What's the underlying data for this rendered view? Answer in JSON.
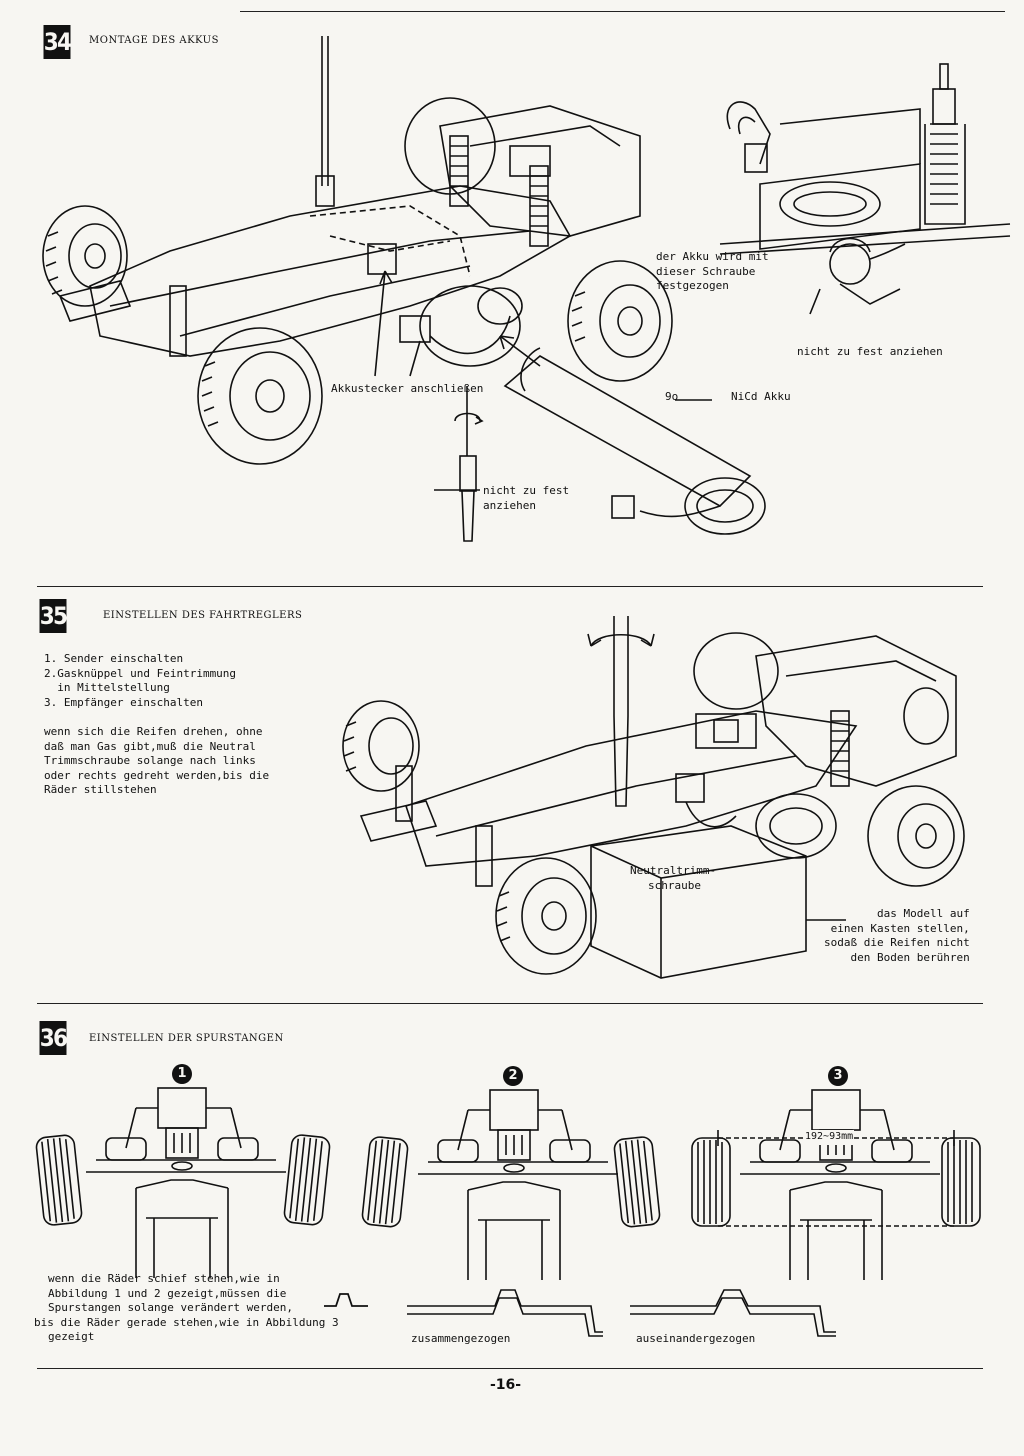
{
  "section34": {
    "number": "34",
    "heading": "MONTAGE DES AKKUS",
    "label_screw": [
      "der Akku wird mit",
      "dieser Schraube",
      "festgezogen"
    ],
    "label_not_too_tight_right": "nicht zu fest anziehen",
    "label_plug": "Akkustecker anschließen",
    "label_code": "9o",
    "label_battery": "NiCd Akku",
    "label_not_too_tight": [
      "nicht zu fest",
      "anziehen"
    ]
  },
  "section35": {
    "number": "35",
    "heading": "EINSTELLEN DES FAHRTREGLERS",
    "steps": [
      "1. Sender einschalten",
      "2.Gasknüppel und Feintrimmung",
      "  in Mittelstellung",
      "3. Empfänger einschalten"
    ],
    "paragraph": [
      "wenn sich die Reifen drehen, ohne",
      "daß man Gas gibt,muß die Neutral",
      "Trimmschraube solange nach links",
      "oder rechts gedreht werden,bis die",
      "Räder stillstehen"
    ],
    "label_trim": [
      "Neutraltrimm-",
      "schraube"
    ],
    "label_box": [
      "das Modell auf",
      "einen Kasten stellen,",
      "sodaß die Reifen nicht",
      "den Boden berühren"
    ]
  },
  "section36": {
    "number": "36",
    "heading": "EINSTELLEN DER SPURSTANGEN",
    "figures": [
      "1",
      "2",
      "3"
    ],
    "dimension": "192~93mm",
    "paragraph": [
      "wenn die Räder schief stehen,wie in",
      "Abbildung 1 und 2 gezeigt,müssen die",
      "Spurstangen solange verändert werden,",
      "bis die Räder gerade stehen,wie in Abbildung 3",
      "gezeigt"
    ],
    "label_contracted": "zusammengezogen",
    "label_expanded": "auseinandergezogen"
  },
  "page_number": "-16-"
}
